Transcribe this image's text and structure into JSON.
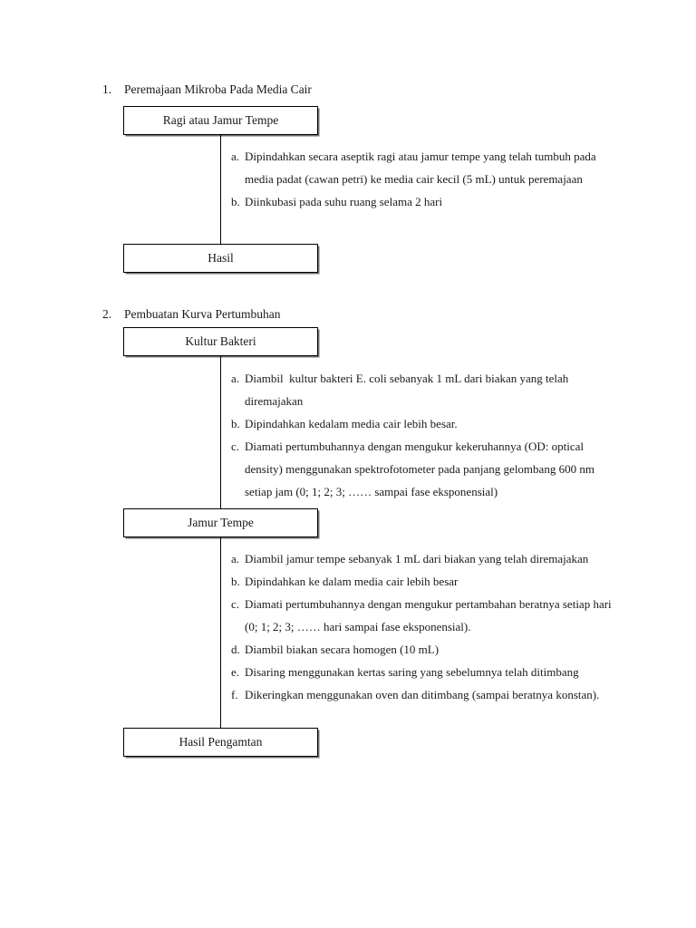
{
  "document": {
    "sections": [
      {
        "number": "1.",
        "title": "Peremajaan Mikroba Pada Media Cair",
        "start_box": "Ragi atau Jamur Tempe",
        "steps": [
          {
            "marker": "a.",
            "text": "Dipindahkan secara aseptik ragi atau jamur tempe yang telah tumbuh pada media padat (cawan petri) ke media cair kecil (5 mL) untuk peremajaan"
          },
          {
            "marker": "b.",
            "text": "Diinkubasi pada suhu ruang selama 2 hari"
          }
        ],
        "end_box": "Hasil"
      },
      {
        "number": "2.",
        "title": "Pembuatan Kurva Pertumbuhan",
        "start_box": "Kultur Bakteri",
        "steps": [
          {
            "marker": "a.",
            "text": "Diambil  kultur bakteri E. coli sebanyak 1 mL dari biakan yang telah diremajakan"
          },
          {
            "marker": "b.",
            "text": "Dipindahkan kedalam media cair lebih besar."
          },
          {
            "marker": "c.",
            "text": "Diamati pertumbuhannya dengan mengukur kekeruhannya (OD: optical density) menggunakan spektrofotometer pada panjang gelombang 600 nm setiap jam (0; 1; 2; 3; …… sampai fase eksponensial)"
          }
        ],
        "middle_box": "Jamur Tempe",
        "steps2": [
          {
            "marker": "a.",
            "text": "Diambil jamur tempe sebanyak 1 mL dari biakan yang telah diremajakan"
          },
          {
            "marker": "b.",
            "text": "Dipindahkan ke dalam media cair lebih besar"
          },
          {
            "marker": "c.",
            "text": "Diamati pertumbuhannya dengan mengukur pertambahan beratnya setiap hari (0; 1; 2; 3; …… hari sampai fase eksponensial)."
          },
          {
            "marker": "d.",
            "text": "Diambil biakan secara homogen (10 mL)"
          },
          {
            "marker": "e.",
            "text": "Disaring menggunakan kertas saring yang sebelumnya telah ditimbang"
          },
          {
            "marker": "f.",
            "text": "Dikeringkan menggunakan oven dan ditimbang (sampai beratnya konstan)."
          }
        ],
        "end_box": "Hasil Pengamtan"
      }
    ]
  }
}
